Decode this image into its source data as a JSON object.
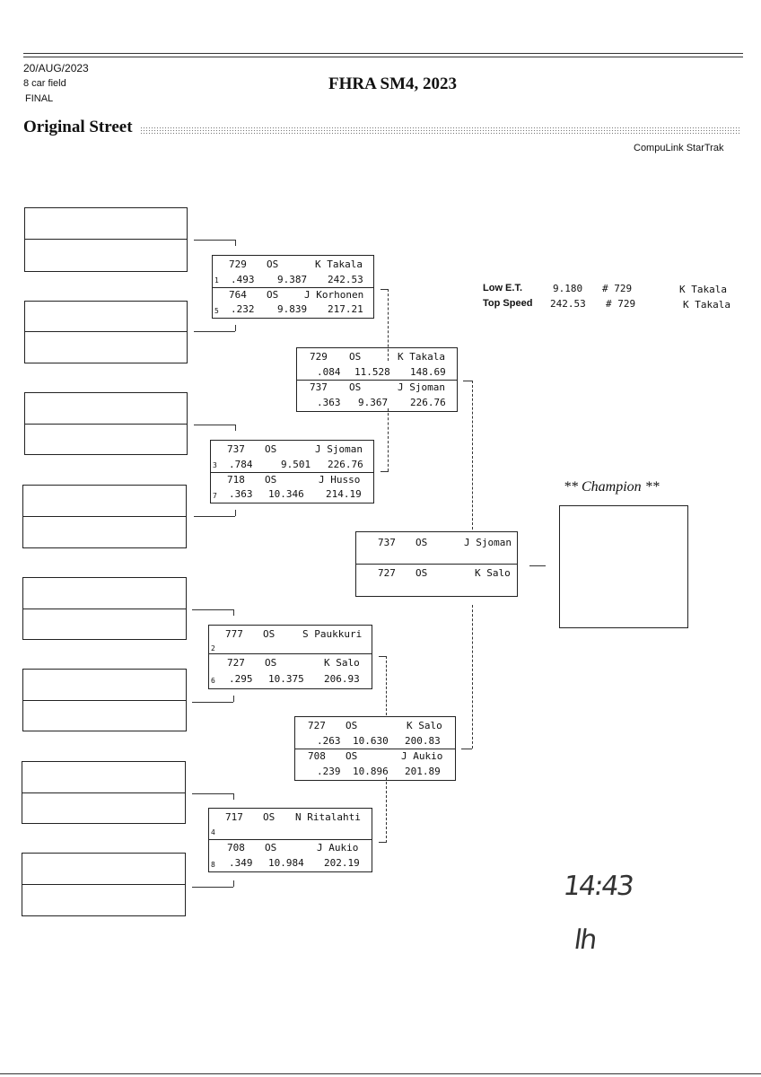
{
  "header": {
    "date": "20/AUG/2023",
    "field": "8 car field",
    "round": "FINAL",
    "event_title": "FHRA SM4, 2023",
    "class_name": "Original Street",
    "software": "CompuLink StarTrak"
  },
  "round1": [
    {
      "top": {
        "car": "729",
        "cls": "OS",
        "name": "K Takala",
        "seed": "1",
        "rt": ".493",
        "et": "9.387",
        "mph": "242.53"
      },
      "bot": {
        "car": "764",
        "cls": "OS",
        "name": "J Korhonen",
        "seed": "5",
        "rt": ".232",
        "et": "9.839",
        "mph": "217.21"
      }
    },
    {
      "top": {
        "car": "737",
        "cls": "OS",
        "name": "J Sjoman",
        "seed": "3",
        "rt": ".784",
        "et": "9.501",
        "mph": "226.76"
      },
      "bot": {
        "car": "718",
        "cls": "OS",
        "name": "J Husso",
        "seed": "7",
        "rt": ".363",
        "et": "10.346",
        "mph": "214.19"
      }
    },
    {
      "top": {
        "car": "777",
        "cls": "OS",
        "name": "S Paukkuri",
        "seed": "2",
        "rt": "",
        "et": "",
        "mph": ""
      },
      "bot": {
        "car": "727",
        "cls": "OS",
        "name": "K Salo",
        "seed": "6",
        "rt": ".295",
        "et": "10.375",
        "mph": "206.93"
      }
    },
    {
      "top": {
        "car": "717",
        "cls": "OS",
        "name": "N Ritalahti",
        "seed": "4",
        "rt": "",
        "et": "",
        "mph": ""
      },
      "bot": {
        "car": "708",
        "cls": "OS",
        "name": "J Aukio",
        "seed": "8",
        "rt": ".349",
        "et": "10.984",
        "mph": "202.19"
      }
    }
  ],
  "semis": [
    {
      "top": {
        "car": "729",
        "cls": "OS",
        "name": "K Takala",
        "rt": ".084",
        "et": "11.528",
        "mph": "148.69"
      },
      "bot": {
        "car": "737",
        "cls": "OS",
        "name": "J Sjoman",
        "rt": ".363",
        "et": "9.367",
        "mph": "226.76"
      }
    },
    {
      "top": {
        "car": "727",
        "cls": "OS",
        "name": "K Salo",
        "rt": ".263",
        "et": "10.630",
        "mph": "200.83"
      },
      "bot": {
        "car": "708",
        "cls": "OS",
        "name": "J Aukio",
        "rt": ".239",
        "et": "10.896",
        "mph": "201.89"
      }
    }
  ],
  "final": {
    "top": {
      "car": "737",
      "cls": "OS",
      "name": "J Sjoman"
    },
    "bot": {
      "car": "727",
      "cls": "OS",
      "name": "K Salo"
    }
  },
  "records": {
    "low_et_label": "Low  E.T.",
    "low_et_value": "9.180",
    "low_et_car": "# 729",
    "low_et_name": "K Takala",
    "top_speed_label": "Top Speed",
    "top_speed_value": "242.53",
    "top_speed_car": "# 729",
    "top_speed_name": "K Takala"
  },
  "champion_label": "** Champion **",
  "handwriting": {
    "time": "14:43",
    "initials": "lh"
  }
}
